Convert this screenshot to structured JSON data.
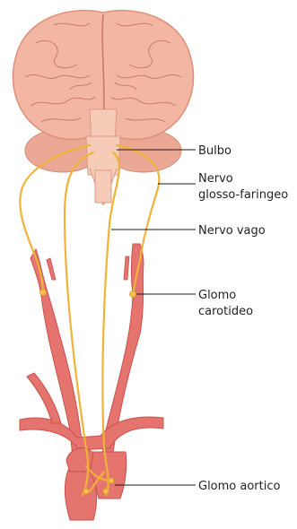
{
  "labels": {
    "bulbo": "Bulbo",
    "nervo_glosso_faringeo_line1": "Nervo",
    "nervo_glosso_faringeo_line2": "glosso-faringeo",
    "nervo_vago": "Nervo vago",
    "glomo_carotideo_line1": "Glomo",
    "glomo_carotideo_line2": "carotideo",
    "glomo_aortico": "Glomo aortico"
  },
  "colors": {
    "brain": "#f2b6a2",
    "brain_shadow": "#dc8f79",
    "brain_sulci": "#c97a65",
    "brainstem": "#f6cbb8",
    "cerebellum": "#eaa895",
    "artery": "#e5736e",
    "artery_dark": "#c9504d",
    "nerve": "#f0b33a",
    "nerve_node": "#f4c24a",
    "text": "#222222",
    "leader_line": "#1a1a1a"
  }
}
